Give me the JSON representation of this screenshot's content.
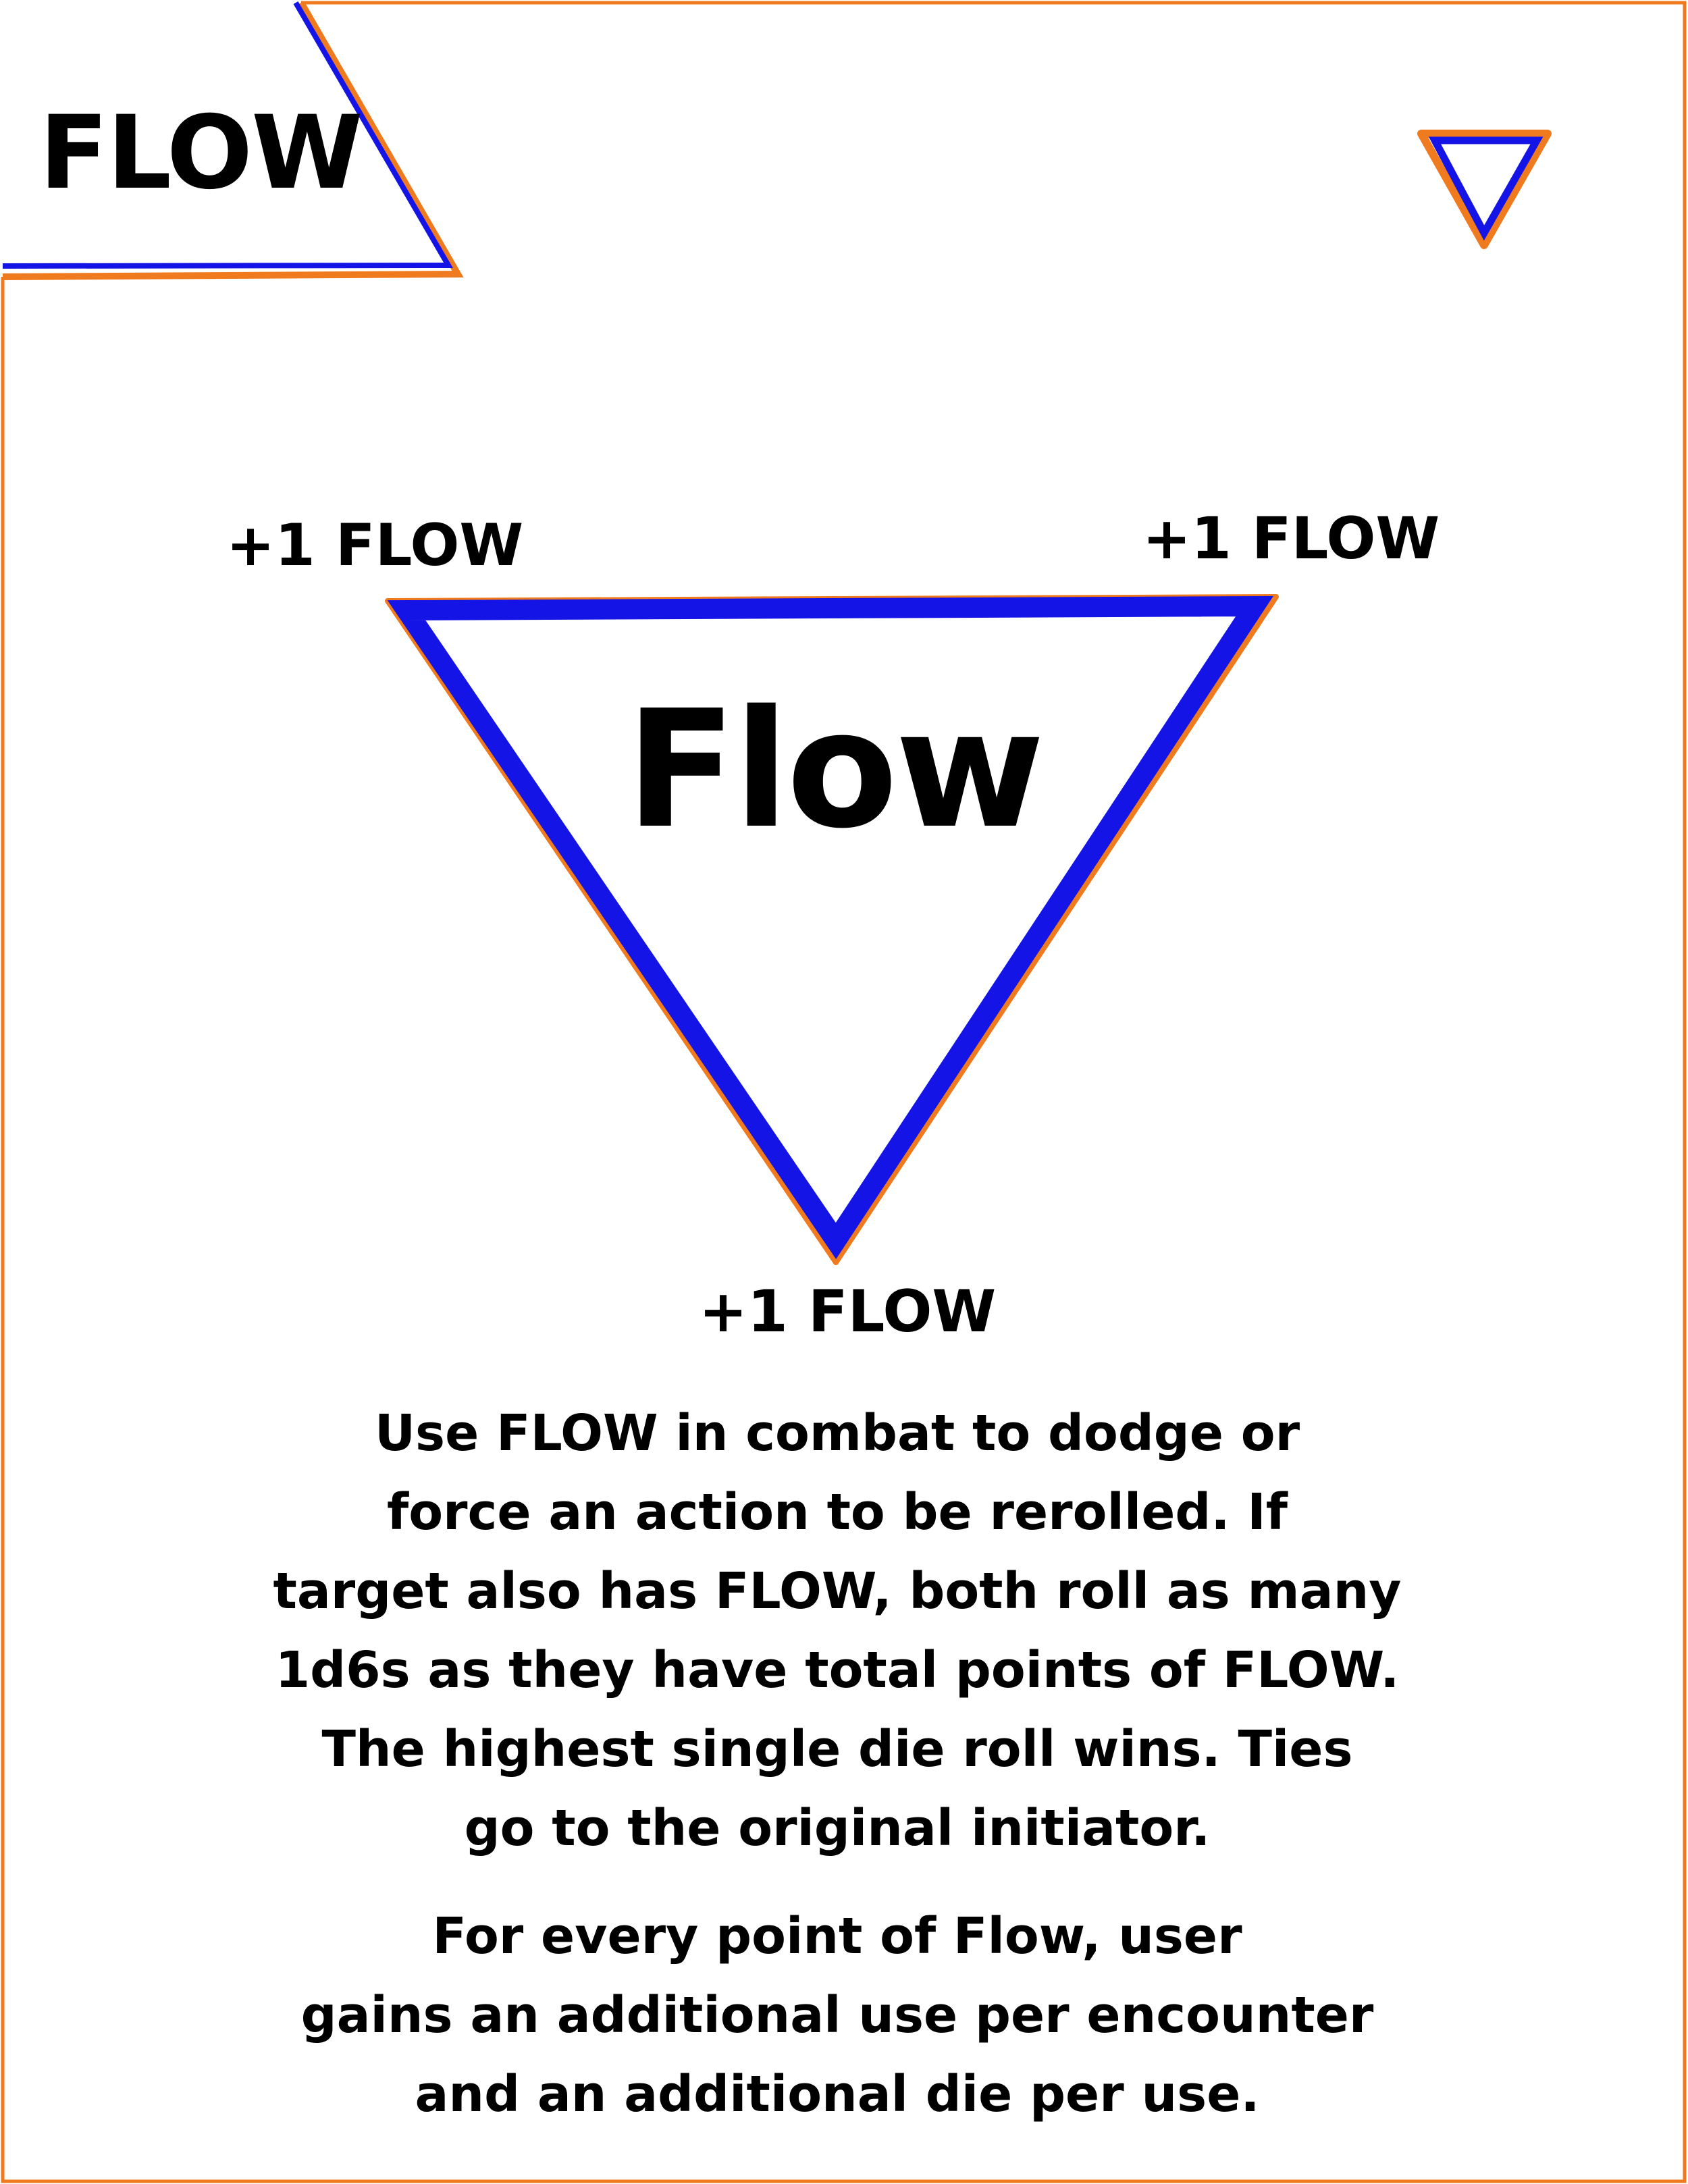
{
  "card": {
    "title": "FLOW",
    "center_label": "Flow",
    "vertex_labels": {
      "left": "+1 FLOW",
      "right": "+1 FLOW",
      "bottom": "+1 FLOW"
    },
    "rules": {
      "paragraph_1": [
        "Use FLOW in combat to dodge or",
        "force an action to be rerolled. If",
        "target also has FLOW, both roll as  many",
        "1d6s as they have total points of FLOW.",
        "The highest single die roll wins. Ties",
        "go to the original initiator."
      ],
      "paragraph_2": [
        "For every point of Flow, user",
        "gains an additional use per encounter",
        "and an additional die per use."
      ]
    }
  },
  "icons": {
    "corner_symbol": "down-triangle-icon",
    "main_symbol": "down-triangle-icon"
  },
  "colors": {
    "border_orange": "#F07A1E",
    "symbol_blue": "#1414E6",
    "background": "#FFFFFF",
    "text": "#000000"
  }
}
